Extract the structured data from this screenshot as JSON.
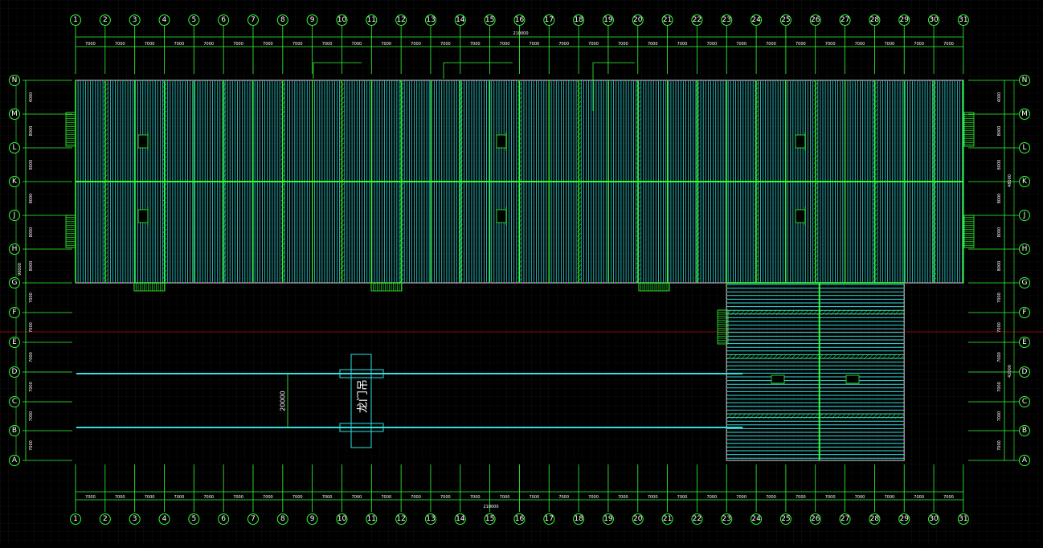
{
  "drawing": {
    "colors": {
      "background": "#000000",
      "grid_line": "#30ff30",
      "panel": "#30e0e0",
      "truss_hatch": "#30ff30",
      "crane_rail": "#30e0e0",
      "edge_magenta": "#ff30ff",
      "axis_red": "#b01010"
    },
    "column_axes": [
      "1",
      "2",
      "3",
      "4",
      "5",
      "6",
      "7",
      "8",
      "9",
      "10",
      "11",
      "12",
      "13",
      "14",
      "15",
      "16",
      "17",
      "18",
      "19",
      "20",
      "21",
      "22",
      "23",
      "24",
      "25",
      "26",
      "27",
      "28",
      "29",
      "30",
      "31"
    ],
    "row_axes": [
      "N",
      "M",
      "L",
      "K",
      "J",
      "H",
      "G",
      "F",
      "E",
      "D",
      "C",
      "B",
      "A"
    ],
    "column_spacing_labels": [
      "7000",
      "7000",
      "7000",
      "7000",
      "7000",
      "7000",
      "7000",
      "7000",
      "7000",
      "7000",
      "7000",
      "7000",
      "7000",
      "7000",
      "7000",
      "7000",
      "7000",
      "7000",
      "7000",
      "7000",
      "7000",
      "7000",
      "7000",
      "7000",
      "7000",
      "7000",
      "7000",
      "7000",
      "7000",
      "7000"
    ],
    "total_length_label_top": "210000",
    "total_length_label_bottom": "210000",
    "left_row_spacing_labels": [
      "4000",
      "8000",
      "8000",
      "8000",
      "8000",
      "8000",
      "7000",
      "7000",
      "7000",
      "7000",
      "7000",
      "7000"
    ],
    "right_row_spacing_labels": [
      "4000",
      "8000",
      "8000",
      "8000",
      "8000",
      "8000",
      "7000",
      "7000",
      "7000",
      "7000",
      "7000",
      "7000"
    ],
    "left_subtotal_label": "90000",
    "right_subtotal_upper": "48000",
    "right_subtotal_lower": "42000",
    "crane_span_label": "20000",
    "gantry_crane_label": "龙门吊"
  }
}
